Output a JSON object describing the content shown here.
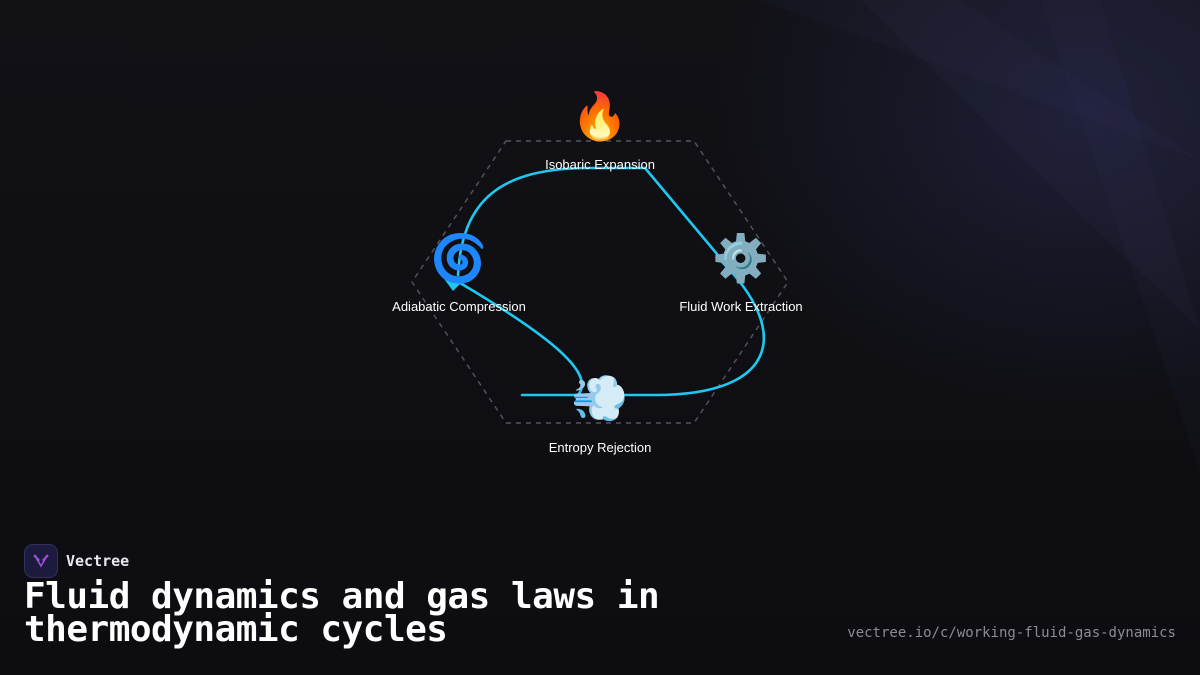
{
  "diagram": {
    "nodes": [
      {
        "id": "top",
        "label": "Isobaric Expansion",
        "icon": "fire-icon",
        "glyph": "🔥"
      },
      {
        "id": "right",
        "label": "Fluid Work Extraction",
        "icon": "gear-icon",
        "glyph": "⚙️"
      },
      {
        "id": "bottom",
        "label": "Entropy Rejection",
        "icon": "wind-icon",
        "glyph": "💨"
      },
      {
        "id": "left",
        "label": "Adiabatic Compression",
        "icon": "cyclone-icon",
        "glyph": "🌀"
      }
    ],
    "flow_color": "#1ec8f0",
    "hexagon_color": "#55555e"
  },
  "brand": {
    "name": "Vectree",
    "logo_color": "#9b4fd8"
  },
  "title": "Fluid dynamics and gas laws in thermodynamic cycles",
  "url": "vectree.io/c/working-fluid-gas-dynamics"
}
